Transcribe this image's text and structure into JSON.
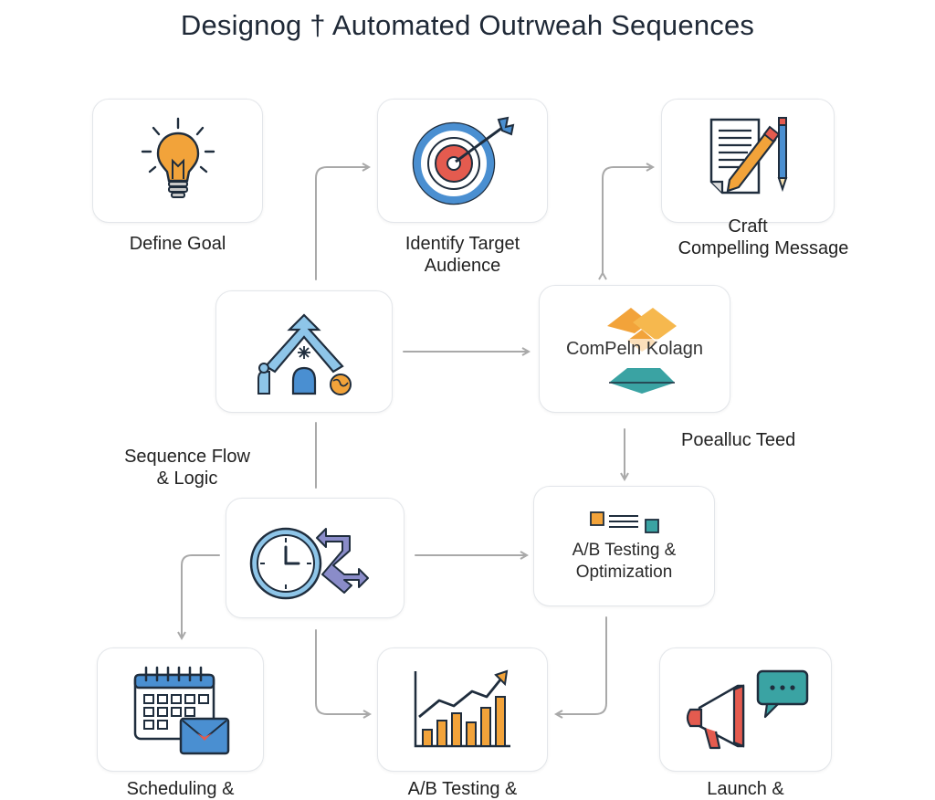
{
  "title": "Designog † Automated Outrweah Sequences",
  "nodes": {
    "define_goal": {
      "label": "Define Goal"
    },
    "identify_target": {
      "label_line1": "Identify Target",
      "label_line2": "Audience"
    },
    "craft_message": {
      "label_line1": "Craft",
      "label_line2": "Compelling Message"
    },
    "sequence_flow": {
      "label_line1": "Sequence Flow",
      "label_line2": "& Logic"
    },
    "compeln": {
      "text": "ComPeln Kolagn",
      "caption": "Poealluc Teed"
    },
    "ab_testing_opt": {
      "line1": "A/B Testing &",
      "line2": "Optimization"
    },
    "scheduling": {
      "label": "Scheduling &"
    },
    "ab_testing_bottom": {
      "label": "A/B Testing &"
    },
    "launch": {
      "label": "Launch &"
    }
  },
  "colors": {
    "arrow": "#a9a9a9",
    "card_border": "#e3e6ea",
    "orange": "#f2a33a",
    "navy": "#1f2d3d",
    "teal": "#3aa3a3",
    "blue": "#4a8fd1",
    "red": "#e45b4f",
    "purple": "#6d6fb5"
  },
  "icons": {
    "define_goal": "lightbulb-icon",
    "identify_target": "target-icon",
    "craft_message": "document-pencil-icon",
    "sequence_flow": "flow-network-icon",
    "compeln": "diamond-logo-icon",
    "ab_testing_opt": "ab-options-icon",
    "sequence_timer": "clock-branch-icon",
    "scheduling": "calendar-email-icon",
    "ab_testing_bottom": "growth-chart-icon",
    "launch": "megaphone-chat-icon"
  }
}
